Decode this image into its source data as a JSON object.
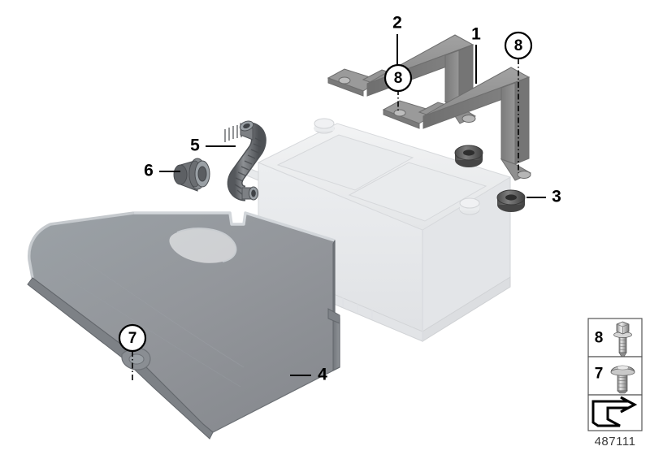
{
  "diagram": {
    "title": "Battery holder / battery tray parts diagram",
    "part_number": "487111",
    "background_color": "#ffffff",
    "line_color": "#000000"
  },
  "callouts": [
    {
      "id": "c1",
      "label": "1",
      "style": "plain",
      "target": "battery-bracket-right"
    },
    {
      "id": "c2",
      "label": "2",
      "style": "plain",
      "target": "battery-bracket-left"
    },
    {
      "id": "c3",
      "label": "3",
      "style": "plain",
      "target": "rubber-grommet"
    },
    {
      "id": "c4",
      "label": "4",
      "style": "plain",
      "target": "battery-cover"
    },
    {
      "id": "c5",
      "label": "5",
      "style": "plain",
      "target": "vent-hose"
    },
    {
      "id": "c6",
      "label": "6",
      "style": "plain",
      "target": "hose-bushing"
    },
    {
      "id": "c7",
      "label": "7",
      "style": "circled",
      "target": "battery-cover-screw-point"
    },
    {
      "id": "c8a",
      "label": "8",
      "style": "circled",
      "target": "bracket-bolt-point-left"
    },
    {
      "id": "c8b",
      "label": "8",
      "style": "circled",
      "target": "bracket-bolt-point-right"
    }
  ],
  "legend": {
    "rows": [
      {
        "number": "8",
        "icon": "hex-flange-bolt-icon",
        "description": "hex flange bolt"
      },
      {
        "number": "7",
        "icon": "button-head-screw-icon",
        "description": "button head screw"
      },
      {
        "number": "",
        "icon": "direction-arrow-icon",
        "description": "viewing direction arrow"
      }
    ],
    "part_number": "487111"
  },
  "parts": [
    {
      "key": "battery-bracket-left",
      "name": "Battery bracket / hold-down bar (left)",
      "callout": "2",
      "color": "#8c8c8c"
    },
    {
      "key": "battery-bracket-right",
      "name": "Battery bracket / hold-down bar (right)",
      "callout": "1",
      "color": "#8c8c8c"
    },
    {
      "key": "rubber-grommet",
      "name": "Rubber grommet / spacer",
      "callout": "3",
      "color": "#5a5a5a"
    },
    {
      "key": "battery-cover",
      "name": "Battery cover",
      "callout": "4",
      "color": "#93969b"
    },
    {
      "key": "vent-hose",
      "name": "Battery vent hose (corrugated)",
      "callout": "5",
      "color": "#6e7175"
    },
    {
      "key": "hose-bushing",
      "name": "Vent hose bushing / grommet",
      "callout": "6",
      "color": "#6e7175"
    },
    {
      "key": "battery",
      "name": "Battery (reference part, ghosted)",
      "callout": "",
      "color": "#ebecee"
    }
  ]
}
